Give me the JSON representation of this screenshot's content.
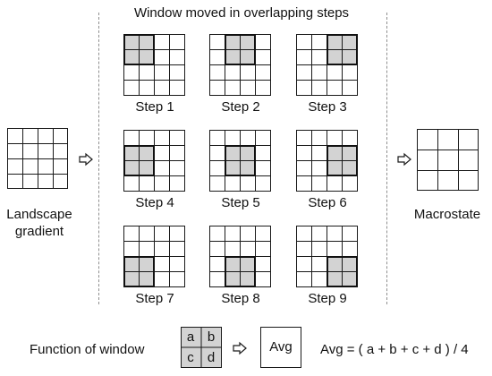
{
  "title": "Window moved in overlapping steps",
  "input_label_line1": "Landscape",
  "input_label_line2": "gradient",
  "output_label": "Macrostate",
  "steps": [
    {
      "label": "Step 1"
    },
    {
      "label": "Step 2"
    },
    {
      "label": "Step 3"
    },
    {
      "label": "Step 4"
    },
    {
      "label": "Step 5"
    },
    {
      "label": "Step 6"
    },
    {
      "label": "Step 7"
    },
    {
      "label": "Step 8"
    },
    {
      "label": "Step 9"
    }
  ],
  "function": {
    "label": "Function of window",
    "cells": [
      "a",
      "b",
      "c",
      "d"
    ],
    "avg_box": "Avg",
    "formula": "Avg = ( a + b + c + d ) / 4"
  },
  "colors": {
    "window_fill": "#d3d3d3",
    "line": "#1a1a1a",
    "divider": "#8f8f8f"
  },
  "icons": [
    "arrow-right-outline-icon"
  ]
}
